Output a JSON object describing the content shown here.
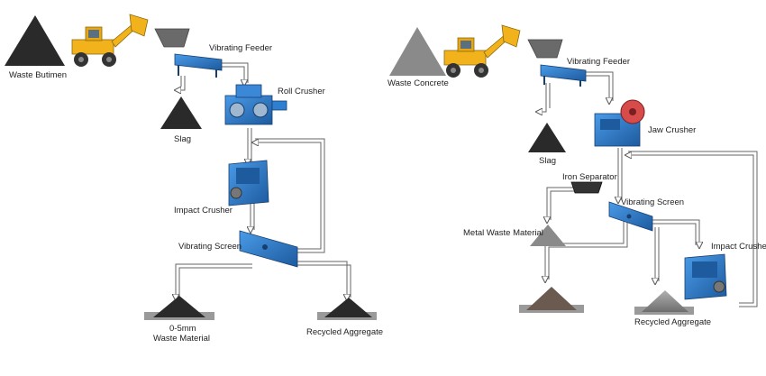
{
  "left_flow": {
    "waste_input": "Waste Butimen",
    "feeder": "Vibrating Feeder",
    "slag": "Slag",
    "primary_crusher": "Roll Crusher",
    "secondary_crusher": "Impact Crusher",
    "screen": "Vibrating Screen",
    "output_fine_size": "0-5mm",
    "output_fine_name": "Waste Material",
    "output_aggregate": "Recycled Aggregate"
  },
  "right_flow": {
    "waste_input": "Waste Concrete",
    "feeder": "Vibrating Feeder",
    "slag": "Slag",
    "primary_crusher": "Jaw Crusher",
    "separator": "Iron Separator",
    "metal_output": "Metal Waste Material",
    "screen": "Vibrating Screen",
    "secondary_crusher": "Impact Crusher",
    "output_aggregate": "Recycled Aggregate"
  },
  "colors": {
    "machine_blue": "#2f7fd0",
    "machine_dark": "#1d5a9e",
    "loader_yellow": "#f2b21b",
    "pile_dark": "#2a2a2a",
    "pile_grey": "#8a8a8a",
    "flow_line": "#555555"
  }
}
